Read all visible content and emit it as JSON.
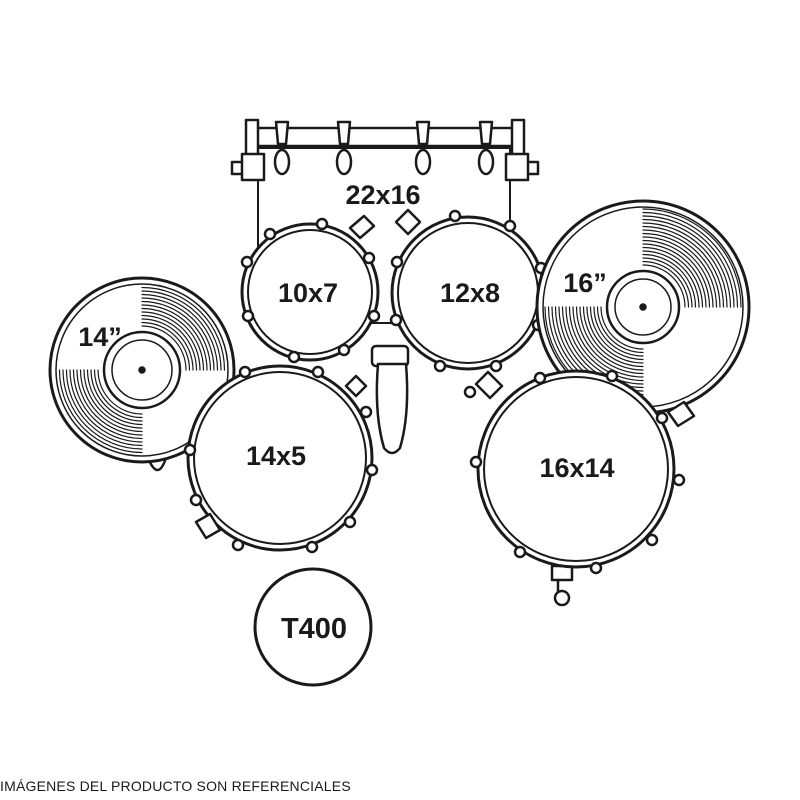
{
  "colors": {
    "line": "#1a1a1a",
    "background": "#ffffff"
  },
  "kit": {
    "bass_drum": {
      "label": "22x16"
    },
    "tom_left": {
      "label": "10x7"
    },
    "tom_right": {
      "label": "12x8"
    },
    "snare": {
      "label": "14x5"
    },
    "floor_tom": {
      "label": "16x14"
    },
    "hihat_cymbal": {
      "label": "14”"
    },
    "ride_cymbal": {
      "label": "16”"
    },
    "throne": {
      "label": "T400"
    }
  },
  "disclaimer": "IMÁGENES DEL PRODUCTO SON REFERENCIALES"
}
